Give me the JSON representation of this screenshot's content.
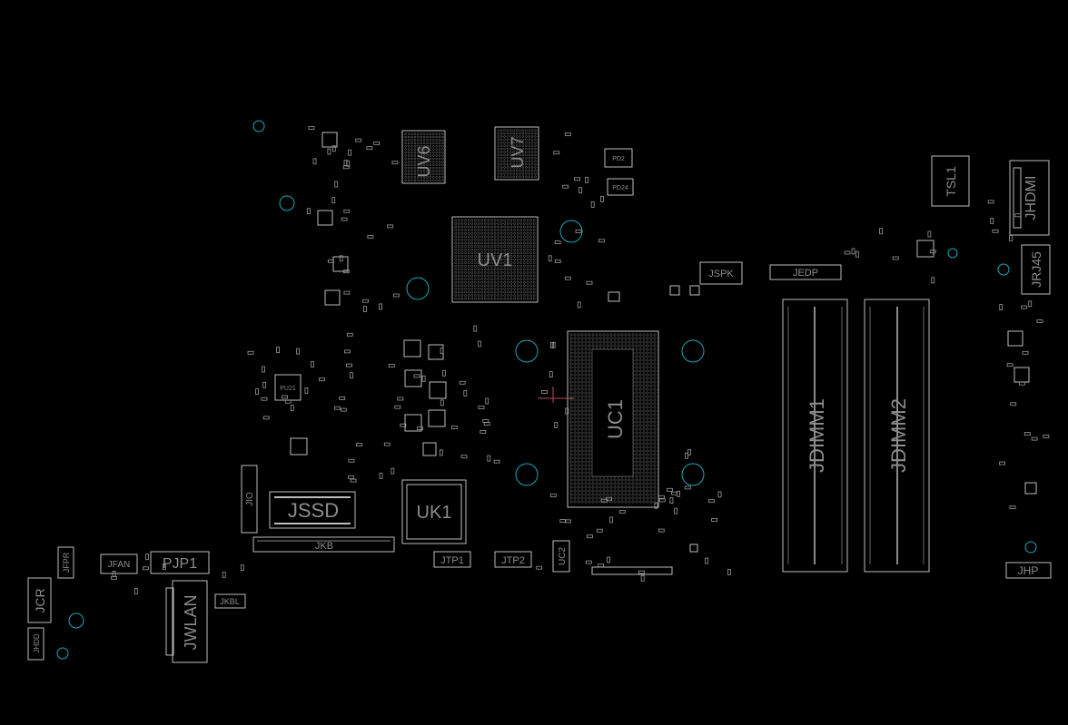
{
  "labels": {
    "uv6": "UV6",
    "uv7": "UV7",
    "uv1": "UV1",
    "uc1": "UC1",
    "uk1": "UK1",
    "jssd": "JSSD",
    "jkb": "JKB",
    "jio": "JIO",
    "jspk": "JSPK",
    "jedp": "JEDP",
    "jdimm1": "JDIMM1",
    "jdimm2": "JDIMM2",
    "tsl1": "TSL1",
    "jhdmi": "JHDMI",
    "jrj45": "JRJ45",
    "jhp": "JHP",
    "jtp1": "JTP1",
    "jtp2": "JTP2",
    "uc2": "UC2",
    "jfan": "JFAN",
    "pjp1": "PJP1",
    "jfpr": "JFPR",
    "jcr": "JCR",
    "jhdd": "JHDD",
    "jwlan": "JWLAN",
    "jkbl": "JKBL",
    "pu21": "PU21",
    "pd2": "PD2",
    "pd24": "PD24"
  },
  "colors": {
    "background": "#000000",
    "outline": "#bdbdbd",
    "label": "#8c8c8c",
    "mounting_hole": "#1fa6b8",
    "marker": "#b05060"
  }
}
